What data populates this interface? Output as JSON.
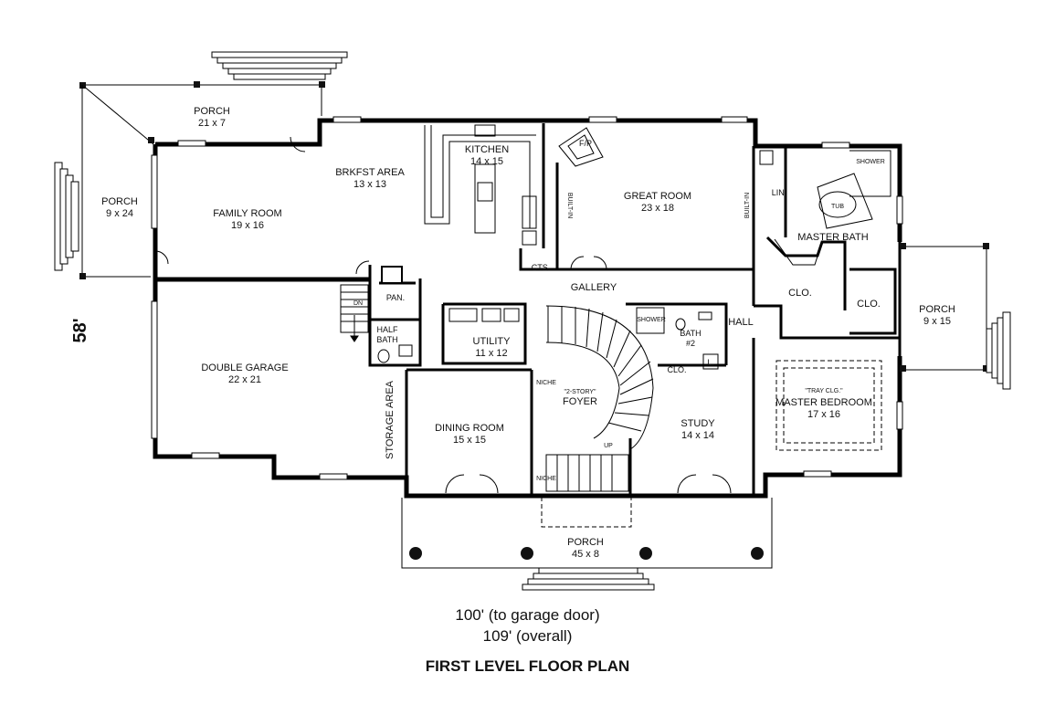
{
  "dimension_side": "58'",
  "captions": {
    "to_garage": "100' (to garage door)",
    "overall": "109' (overall)",
    "title": "FIRST LEVEL FLOOR PLAN"
  },
  "rooms": {
    "porch_top": {
      "name": "PORCH",
      "size": "21 x 7"
    },
    "porch_left": {
      "name": "PORCH",
      "size": "9 x 24"
    },
    "family_room": {
      "name": "FAMILY ROOM",
      "size": "19 x 16"
    },
    "brkfst_area": {
      "name": "BRKFST AREA",
      "size": "13 x 13"
    },
    "kitchen": {
      "name": "KITCHEN",
      "size": "14 x 15"
    },
    "great_room": {
      "name": "GREAT ROOM",
      "size": "23 x 18"
    },
    "master_bath": {
      "name": "MASTER BATH"
    },
    "porch_right": {
      "name": "PORCH",
      "size": "9 x 15"
    },
    "double_garage": {
      "name": "DOUBLE GARAGE",
      "size": "22 x 21"
    },
    "utility": {
      "name": "UTILITY",
      "size": "11 x 12"
    },
    "dining_room": {
      "name": "DINING ROOM",
      "size": "15 x 15"
    },
    "foyer": {
      "name": "FOYER",
      "note": "\"2-STORY\""
    },
    "study": {
      "name": "STUDY",
      "size": "14 x 14"
    },
    "master_bedroom": {
      "name": "MASTER BEDROOM",
      "size": "17 x 16",
      "note": "\"TRAY CLG.\""
    },
    "porch_front": {
      "name": "PORCH",
      "size": "45 x 8"
    },
    "bath2": {
      "name": "BATH",
      "sub": "#2"
    },
    "half_bath": {
      "name": "HALF",
      "sub": "BATH"
    }
  },
  "labels": {
    "gallery": "GALLERY",
    "hall": "HALL",
    "pan": "PAN.",
    "cts": "CTS.",
    "fp": "F/P",
    "lin": "LIN.",
    "clo_left": "CLO.",
    "clo_right": "CLO.",
    "clo_hall": "CLO.",
    "l": "L.",
    "shower_bath2": "SHOWER",
    "shower_master": "SHOWER",
    "tub": "TUB",
    "built_in_left": "BUILT-IN",
    "built_in_right": "BUILT-IN",
    "storage_area": "STORAGE AREA",
    "dn": "DN",
    "up": "UP",
    "niche_top": "NICHE",
    "niche_bottom": "NICHE"
  }
}
